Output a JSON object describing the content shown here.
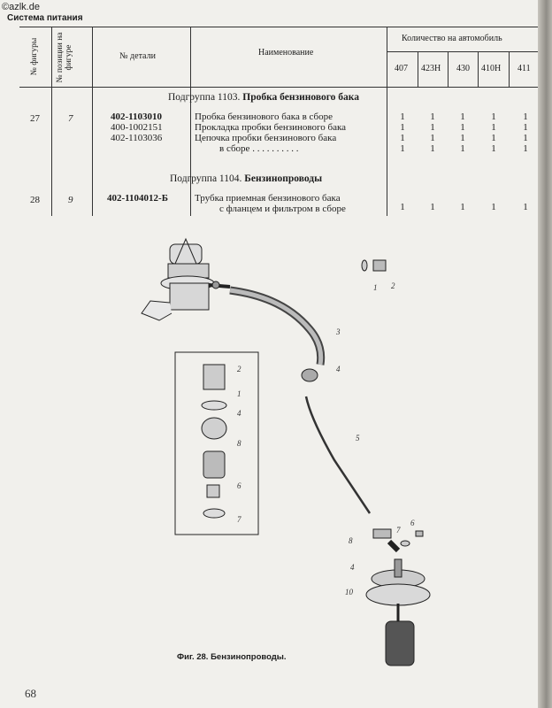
{
  "watermark": "©azlk.de",
  "section_title": "Система питания",
  "page_number": "68",
  "table": {
    "headers": {
      "fig": "№ фигуры",
      "pos": "№ позиции на фигуре",
      "part": "№ детали",
      "name": "Наименование",
      "qty": "Количество на автомобиль",
      "models": [
        "407",
        "423Н",
        "430",
        "410Н",
        "411"
      ]
    },
    "subgroups": [
      {
        "title_normal": "Подгруппа 1103.",
        "title_bold": "Пробка бензинового бака",
        "fig": "27",
        "pos": "7",
        "rows": [
          {
            "part": "402-1103010",
            "bold": true,
            "name": "Пробка бензинового бака в сборе",
            "qty": [
              "1",
              "1",
              "1",
              "1",
              "1"
            ]
          },
          {
            "part": "400-1002151",
            "bold": false,
            "name": "Прокладка пробки бензинового бака",
            "qty": [
              "1",
              "1",
              "1",
              "1",
              "1"
            ]
          },
          {
            "part": "402-1103036",
            "bold": false,
            "name": "Цепочка пробки бензинового бака",
            "name2": "в сборе . . . . . . . . . .",
            "qty": [
              "1",
              "1",
              "1",
              "1",
              "1"
            ],
            "qty2": [
              "1",
              "1",
              "1",
              "1",
              "1"
            ]
          }
        ]
      },
      {
        "title_normal": "Подгруппа 1104.",
        "title_bold": "Бензинопроводы",
        "fig": "28",
        "pos": "9",
        "rows": [
          {
            "part": "402-1104012-Б",
            "bold": true,
            "name": "Трубка приемная бензинового бака",
            "name2": "с фланцем и фильтром в сборе",
            "qty": [
              "1",
              "1",
              "1",
              "1",
              "1"
            ]
          }
        ]
      }
    ]
  },
  "figure": {
    "caption": "Фиг. 28. Бензинопроводы.",
    "callouts_main": [
      "1",
      "2",
      "3",
      "4",
      "5",
      "6",
      "7",
      "8",
      "4",
      "10"
    ],
    "callouts_inset": [
      "2",
      "1",
      "4",
      "8",
      "6",
      "7"
    ]
  }
}
